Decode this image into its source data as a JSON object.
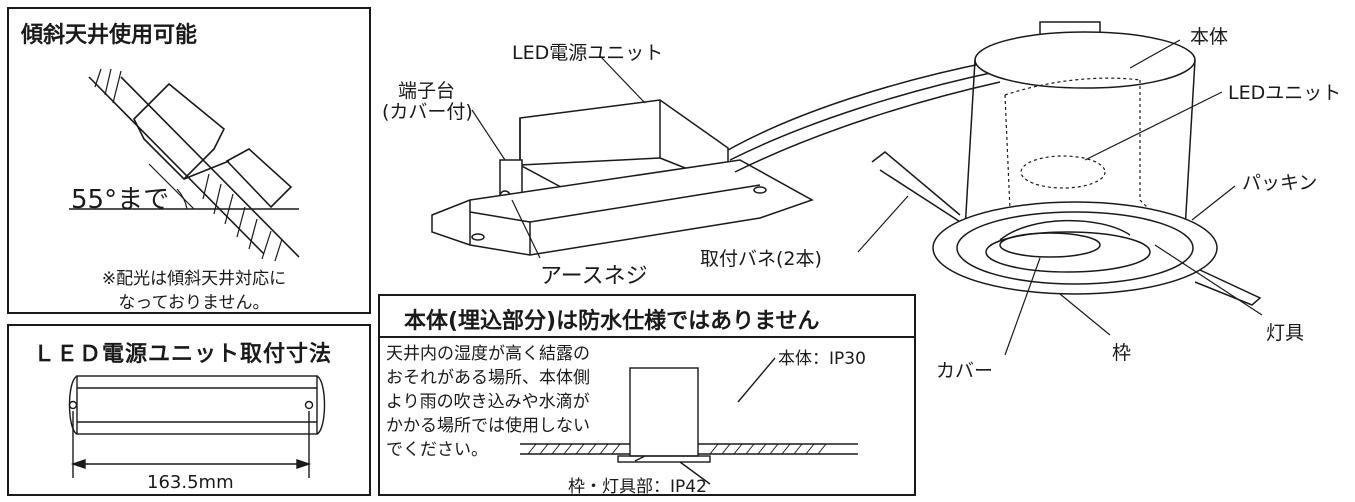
{
  "incline_panel": {
    "title": "傾斜天井使用可能",
    "angle_label": "55°まで",
    "note_line1": "※配光は傾斜天井対応に",
    "note_line2": "なっておりません。"
  },
  "psu_panel": {
    "title": "ＬＥＤ電源ユニット取付寸法",
    "dimension": "163.5mm"
  },
  "main_diagram": {
    "label_psu": "LED電源ユニット",
    "label_terminal_1": "端子台",
    "label_terminal_2": "(カバー付)",
    "label_earth_screw": "アースネジ",
    "label_mount_spring": "取付バネ(2本)",
    "label_body": "本体",
    "label_led_unit": "LEDユニット",
    "label_packing": "パッキン",
    "label_fixture": "灯具",
    "label_frame": "枠",
    "label_cover": "カバー"
  },
  "waterproof_panel": {
    "title": "本体(埋込部分)は防水仕様ではありません",
    "text": [
      "天井内の湿度が高く結露の",
      "おそれがある場所、本体側",
      "より雨の吹き込みや水滴が",
      "かかる場所では使用しない",
      "でください。"
    ],
    "label_body_ip": "本体：IP30",
    "label_frame_ip": "枠・灯具部：IP42"
  }
}
